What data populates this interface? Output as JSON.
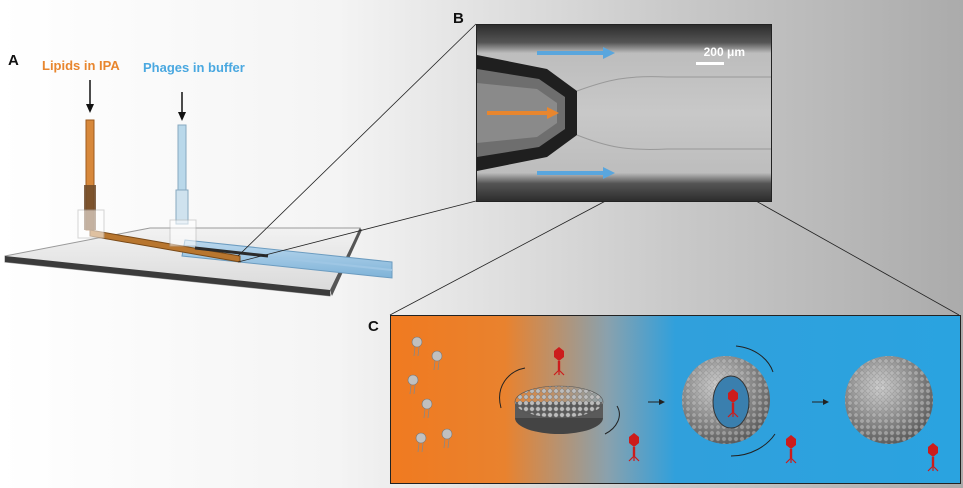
{
  "panels": {
    "a": "A",
    "b": "B",
    "c": "C"
  },
  "inlets": {
    "lipids": "Lipids in IPA",
    "phages": "Phages in buffer"
  },
  "scalebar": "200 μm",
  "colors": {
    "lipid_stream": "#e8862e",
    "buffer_stream": "#4aa8e0",
    "phage": "#cc1c1c",
    "panel_c_left": "#f07a20",
    "panel_c_right": "#2aa3e0"
  },
  "icons": [
    "down-arrow-icon",
    "phage-icon",
    "lipid-molecule-icon",
    "bicelle-disc-icon",
    "vesicle-sphere-icon"
  ]
}
